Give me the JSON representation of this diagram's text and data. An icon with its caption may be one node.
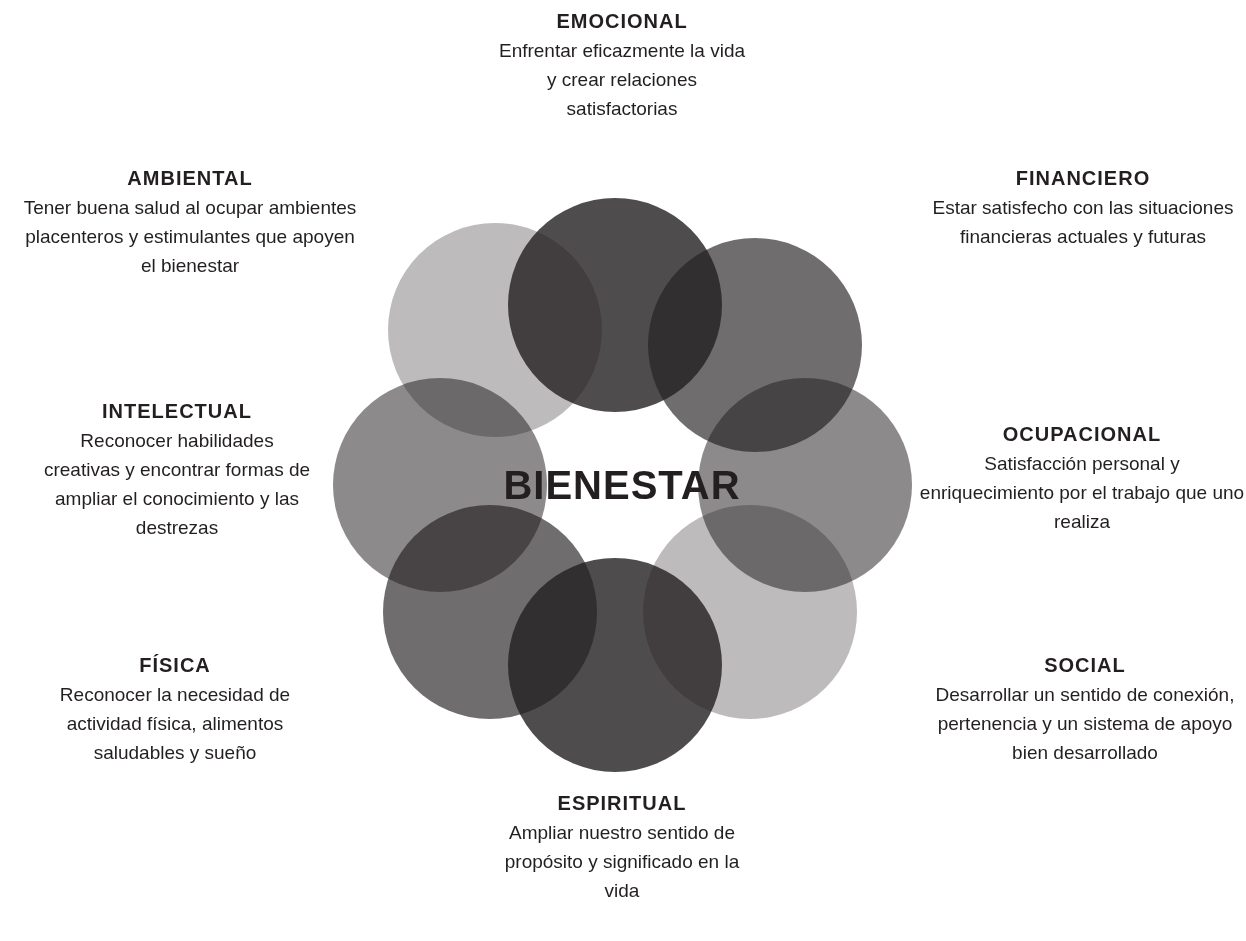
{
  "diagram": {
    "labels": [
      "EMOCIONAL",
      "Enfrentar eficazmente la vida y crear relaciones satisfactorias",
      "AMBIENTAL",
      "Tener buena salud al ocupar ambientes placenteros y estimulantes que apoyen el bienestar",
      "FINANCIERO",
      "Estar satisfecho con las situaciones financieras actuales y futuras",
      "INTELECTUAL",
      "Reconocer habilidades creativas y encontrar formas de ampliar el conocimiento y las destrezas",
      "BIENESTAR",
      "OCUPACIONAL",
      "Satisfacción personal y enriquecimiento por el trabajo que uno realiza",
      "FÍSICA",
      "Reconocer la necesidad de actividad física, alimentos saludables y sueño",
      "SOCIAL",
      "Desarrollar un sentido de conexión, pertenencia y un sistema de apoyo bien desarrollado",
      "ESPIRITUAL",
      "Ampliar nuestro sentido de propósito y significado en la vida"
    ]
  }
}
